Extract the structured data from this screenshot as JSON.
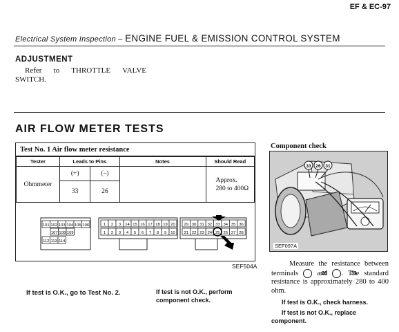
{
  "page_code": "EF & EC-97",
  "section_header": {
    "prefix": "Electrical System Inspection – ",
    "title": "ENGINE FUEL & EMISSION CONTROL SYSTEM"
  },
  "adjustment": {
    "title": "ADJUSTMENT",
    "body": "Refer to THROTTLE VALVE SWITCH."
  },
  "air_flow_title": "AIR FLOW METER TESTS",
  "test": {
    "heading": "Test No. 1  Air flow meter resistance",
    "columns": {
      "tester": "Tester",
      "leads": "Leads to Pins",
      "notes": "Notes",
      "should_read": "Should Read"
    },
    "plus_label": "(+)",
    "minus_label": "(–)",
    "tester_value": "Ohmmeter",
    "plus_pin": "33",
    "minus_pin": "26",
    "reading_line1": "Approx.",
    "reading_line2": "280 to 400Ω"
  },
  "connector": {
    "group1_row1": [
      "101",
      "102",
      "103",
      "104",
      "105",
      "106"
    ],
    "group1_row2": [
      "107",
      "108",
      "109"
    ],
    "group1_row3": [
      "112",
      "113",
      "114"
    ],
    "group2_row1": [
      "1",
      "2",
      "3",
      "14",
      "15",
      "16",
      "17",
      "18",
      "19",
      "20"
    ],
    "group2_row2": [
      "1",
      "2",
      "3",
      "4",
      "5",
      "6",
      "7",
      "8",
      "9",
      "10"
    ],
    "group3_row1": [
      "29",
      "30",
      "31",
      "32",
      "33",
      "34",
      "35",
      "36"
    ],
    "group3_row2": [
      "21",
      "22",
      "23",
      "24",
      "25",
      "26",
      "27",
      "28"
    ]
  },
  "figure_code_left": "SEF504A",
  "if_ok_left": "If test is O.K., go to Test No. 2.",
  "if_not_ok_left": "If test is not O.K., perform component check.",
  "component_check": {
    "title": "Component check",
    "photo_labels": [
      "33",
      "26",
      "31"
    ],
    "figure_code": "SEF097A",
    "measure_text_1": "Measure the resistance between terminals ",
    "term_a": "26",
    "measure_and": " and ",
    "term_b": "33",
    "measure_text_2": ". The standard resistance is approximately 280 to 400 ohm.",
    "if_ok": "If test is O.K., check harness.",
    "if_not_ok": "If test is not O.K., replace component."
  }
}
